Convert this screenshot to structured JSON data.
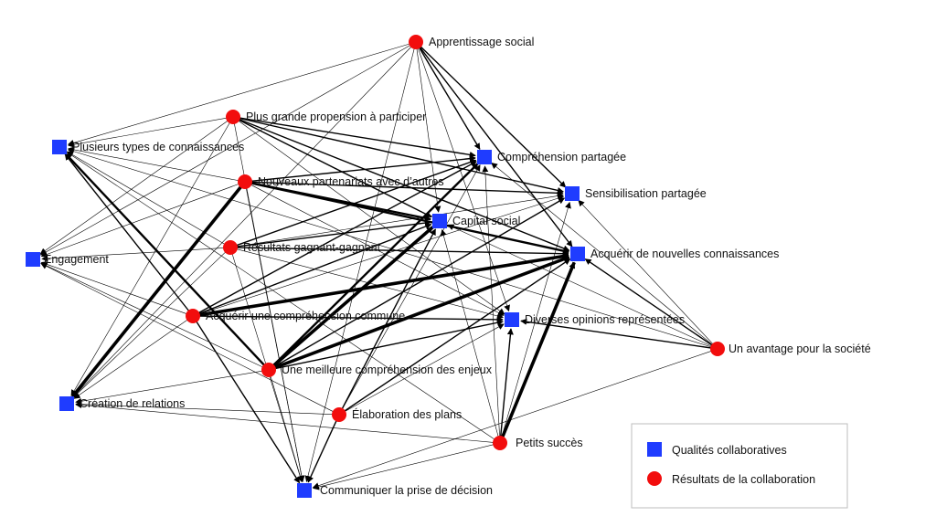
{
  "colors": {
    "quality": "#1f3cff",
    "outcome": "#f20d0d",
    "edge": "#000000"
  },
  "legend": {
    "quality_label": "Qualités collaboratives",
    "outcome_label": "Résultats de la collaboration"
  },
  "nodes": [
    {
      "id": "apprentissage",
      "label": "Apprentissage social",
      "kind": "outcome"
    },
    {
      "id": "propension",
      "label": "Plus grande propension à participer",
      "kind": "outcome"
    },
    {
      "id": "types",
      "label": "Plusieurs types de connaissances",
      "kind": "quality"
    },
    {
      "id": "comprehension",
      "label": "Compréhension partagée",
      "kind": "quality"
    },
    {
      "id": "partenariats",
      "label": "Nouveaux partenariats avec d’autres",
      "kind": "outcome"
    },
    {
      "id": "sensibilisation",
      "label": "Sensibilisation partagée",
      "kind": "quality"
    },
    {
      "id": "capital",
      "label": "Capital social",
      "kind": "quality"
    },
    {
      "id": "gagnant",
      "label": "Résultats gagnant-gagnant",
      "kind": "outcome"
    },
    {
      "id": "acquerir_conn",
      "label": "Acquérir de nouvelles connaissances",
      "kind": "quality"
    },
    {
      "id": "engagement",
      "label": "Engagement",
      "kind": "quality"
    },
    {
      "id": "acquerir_comp",
      "label": "Acquérir une compréhension commune",
      "kind": "outcome"
    },
    {
      "id": "diverses",
      "label": "Diverses opinions représentées",
      "kind": "quality"
    },
    {
      "id": "avantage",
      "label": "Un avantage pour la société",
      "kind": "outcome"
    },
    {
      "id": "enjeux",
      "label": "Une meilleure compréhension des enjeux",
      "kind": "outcome"
    },
    {
      "id": "relations",
      "label": "Création de relations",
      "kind": "quality"
    },
    {
      "id": "plans",
      "label": "Élaboration des plans",
      "kind": "outcome"
    },
    {
      "id": "succes",
      "label": "Petits succès",
      "kind": "outcome"
    },
    {
      "id": "decision",
      "label": "Communiquer la prise de décision",
      "kind": "quality"
    }
  ],
  "edges": [
    {
      "from": "apprentissage",
      "to": "comprehension",
      "weight": 2
    },
    {
      "from": "apprentissage",
      "to": "sensibilisation",
      "weight": 2
    },
    {
      "from": "apprentissage",
      "to": "acquerir_conn",
      "weight": 2
    },
    {
      "from": "apprentissage",
      "to": "capital",
      "weight": 1
    },
    {
      "from": "apprentissage",
      "to": "diverses",
      "weight": 1
    },
    {
      "from": "apprentissage",
      "to": "types",
      "weight": 1
    },
    {
      "from": "apprentissage",
      "to": "engagement",
      "weight": 1
    },
    {
      "from": "apprentissage",
      "to": "relations",
      "weight": 1
    },
    {
      "from": "apprentissage",
      "to": "decision",
      "weight": 1
    },
    {
      "from": "propension",
      "to": "comprehension",
      "weight": 2
    },
    {
      "from": "propension",
      "to": "sensibilisation",
      "weight": 2
    },
    {
      "from": "propension",
      "to": "capital",
      "weight": 2
    },
    {
      "from": "propension",
      "to": "acquerir_conn",
      "weight": 2
    },
    {
      "from": "propension",
      "to": "diverses",
      "weight": 1
    },
    {
      "from": "propension",
      "to": "engagement",
      "weight": 1
    },
    {
      "from": "propension",
      "to": "relations",
      "weight": 1
    },
    {
      "from": "propension",
      "to": "types",
      "weight": 1
    },
    {
      "from": "propension",
      "to": "decision",
      "weight": 1
    },
    {
      "from": "partenariats",
      "to": "comprehension",
      "weight": 2
    },
    {
      "from": "partenariats",
      "to": "sensibilisation",
      "weight": 2
    },
    {
      "from": "partenariats",
      "to": "capital",
      "weight": 3
    },
    {
      "from": "partenariats",
      "to": "acquerir_conn",
      "weight": 3
    },
    {
      "from": "partenariats",
      "to": "diverses",
      "weight": 1
    },
    {
      "from": "partenariats",
      "to": "relations",
      "weight": 4
    },
    {
      "from": "partenariats",
      "to": "engagement",
      "weight": 1
    },
    {
      "from": "partenariats",
      "to": "types",
      "weight": 1
    },
    {
      "from": "partenariats",
      "to": "decision",
      "weight": 1
    },
    {
      "from": "gagnant",
      "to": "comprehension",
      "weight": 2
    },
    {
      "from": "gagnant",
      "to": "capital",
      "weight": 2
    },
    {
      "from": "gagnant",
      "to": "acquerir_conn",
      "weight": 2
    },
    {
      "from": "gagnant",
      "to": "sensibilisation",
      "weight": 1
    },
    {
      "from": "gagnant",
      "to": "diverses",
      "weight": 1
    },
    {
      "from": "gagnant",
      "to": "engagement",
      "weight": 1
    },
    {
      "from": "gagnant",
      "to": "relations",
      "weight": 1
    },
    {
      "from": "gagnant",
      "to": "decision",
      "weight": 1
    },
    {
      "from": "gagnant",
      "to": "types",
      "weight": 1
    },
    {
      "from": "acquerir_comp",
      "to": "comprehension",
      "weight": 2
    },
    {
      "from": "acquerir_comp",
      "to": "capital",
      "weight": 2
    },
    {
      "from": "acquerir_comp",
      "to": "acquerir_conn",
      "weight": 4
    },
    {
      "from": "acquerir_comp",
      "to": "diverses",
      "weight": 2
    },
    {
      "from": "acquerir_comp",
      "to": "sensibilisation",
      "weight": 1
    },
    {
      "from": "acquerir_comp",
      "to": "types",
      "weight": 2
    },
    {
      "from": "acquerir_comp",
      "to": "engagement",
      "weight": 1
    },
    {
      "from": "acquerir_comp",
      "to": "relations",
      "weight": 1
    },
    {
      "from": "acquerir_comp",
      "to": "decision",
      "weight": 2
    },
    {
      "from": "enjeux",
      "to": "comprehension",
      "weight": 3
    },
    {
      "from": "enjeux",
      "to": "capital",
      "weight": 4
    },
    {
      "from": "enjeux",
      "to": "acquerir_conn",
      "weight": 4
    },
    {
      "from": "enjeux",
      "to": "diverses",
      "weight": 2
    },
    {
      "from": "enjeux",
      "to": "sensibilisation",
      "weight": 2
    },
    {
      "from": "enjeux",
      "to": "types",
      "weight": 3
    },
    {
      "from": "enjeux",
      "to": "engagement",
      "weight": 1
    },
    {
      "from": "enjeux",
      "to": "relations",
      "weight": 1
    },
    {
      "from": "enjeux",
      "to": "decision",
      "weight": 1
    },
    {
      "from": "plans",
      "to": "capital",
      "weight": 2
    },
    {
      "from": "plans",
      "to": "acquerir_conn",
      "weight": 2
    },
    {
      "from": "plans",
      "to": "diverses",
      "weight": 1
    },
    {
      "from": "plans",
      "to": "comprehension",
      "weight": 1
    },
    {
      "from": "plans",
      "to": "engagement",
      "weight": 1
    },
    {
      "from": "plans",
      "to": "relations",
      "weight": 1
    },
    {
      "from": "plans",
      "to": "decision",
      "weight": 2
    },
    {
      "from": "succes",
      "to": "acquerir_conn",
      "weight": 4
    },
    {
      "from": "succes",
      "to": "diverses",
      "weight": 2
    },
    {
      "from": "succes",
      "to": "comprehension",
      "weight": 1
    },
    {
      "from": "succes",
      "to": "capital",
      "weight": 1
    },
    {
      "from": "succes",
      "to": "sensibilisation",
      "weight": 1
    },
    {
      "from": "succes",
      "to": "relations",
      "weight": 1
    },
    {
      "from": "succes",
      "to": "decision",
      "weight": 1
    },
    {
      "from": "succes",
      "to": "types",
      "weight": 1
    },
    {
      "from": "avantage",
      "to": "acquerir_conn",
      "weight": 2
    },
    {
      "from": "avantage",
      "to": "sensibilisation",
      "weight": 1
    },
    {
      "from": "avantage",
      "to": "diverses",
      "weight": 2
    },
    {
      "from": "avantage",
      "to": "comprehension",
      "weight": 1
    },
    {
      "from": "avantage",
      "to": "capital",
      "weight": 1
    },
    {
      "from": "avantage",
      "to": "decision",
      "weight": 1
    },
    {
      "from": "avantage",
      "to": "types",
      "weight": 1
    }
  ]
}
